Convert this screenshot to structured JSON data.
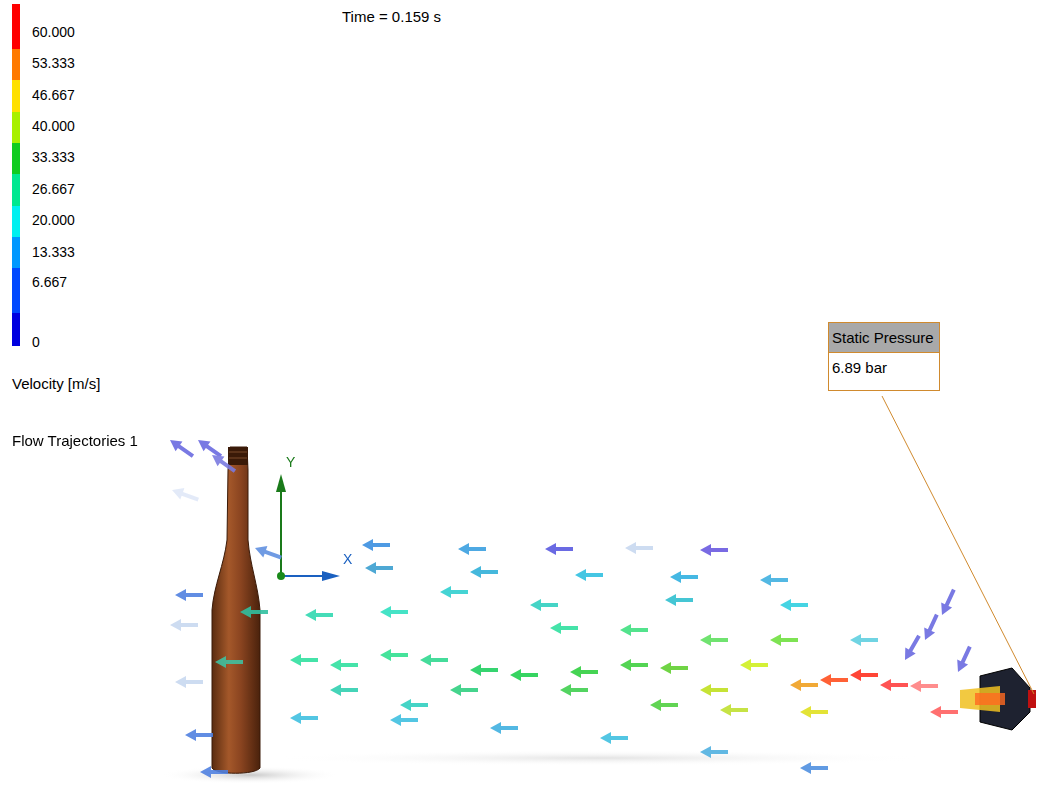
{
  "diagram": {
    "nodes": [
      {
        "text": [
          "Static Pressure",
          "6.89 bar"
        ]
      }
    ],
    "labels": [
      "Time = 0.159 s",
      "Velocity [m/s]",
      "Flow Trajectories 1",
      "Y",
      "X"
    ],
    "legend": [
      {
        "text": "60.000",
        "color": "#ff0000"
      },
      {
        "text": "53.333",
        "color": "#ff7a00"
      },
      {
        "text": "46.667",
        "color": "#ffe000"
      },
      {
        "text": "40.000",
        "color": "#a8f000"
      },
      {
        "text": "33.333",
        "color": "#10cc20"
      },
      {
        "text": "26.667",
        "color": "#00e890"
      },
      {
        "text": "20.000",
        "color": "#00f0f0"
      },
      {
        "text": "13.333",
        "color": "#0098ff"
      },
      {
        "text": "6.667",
        "color": "#0048ff"
      },
      {
        "text": "0",
        "color": "#0000e0"
      }
    ]
  }
}
